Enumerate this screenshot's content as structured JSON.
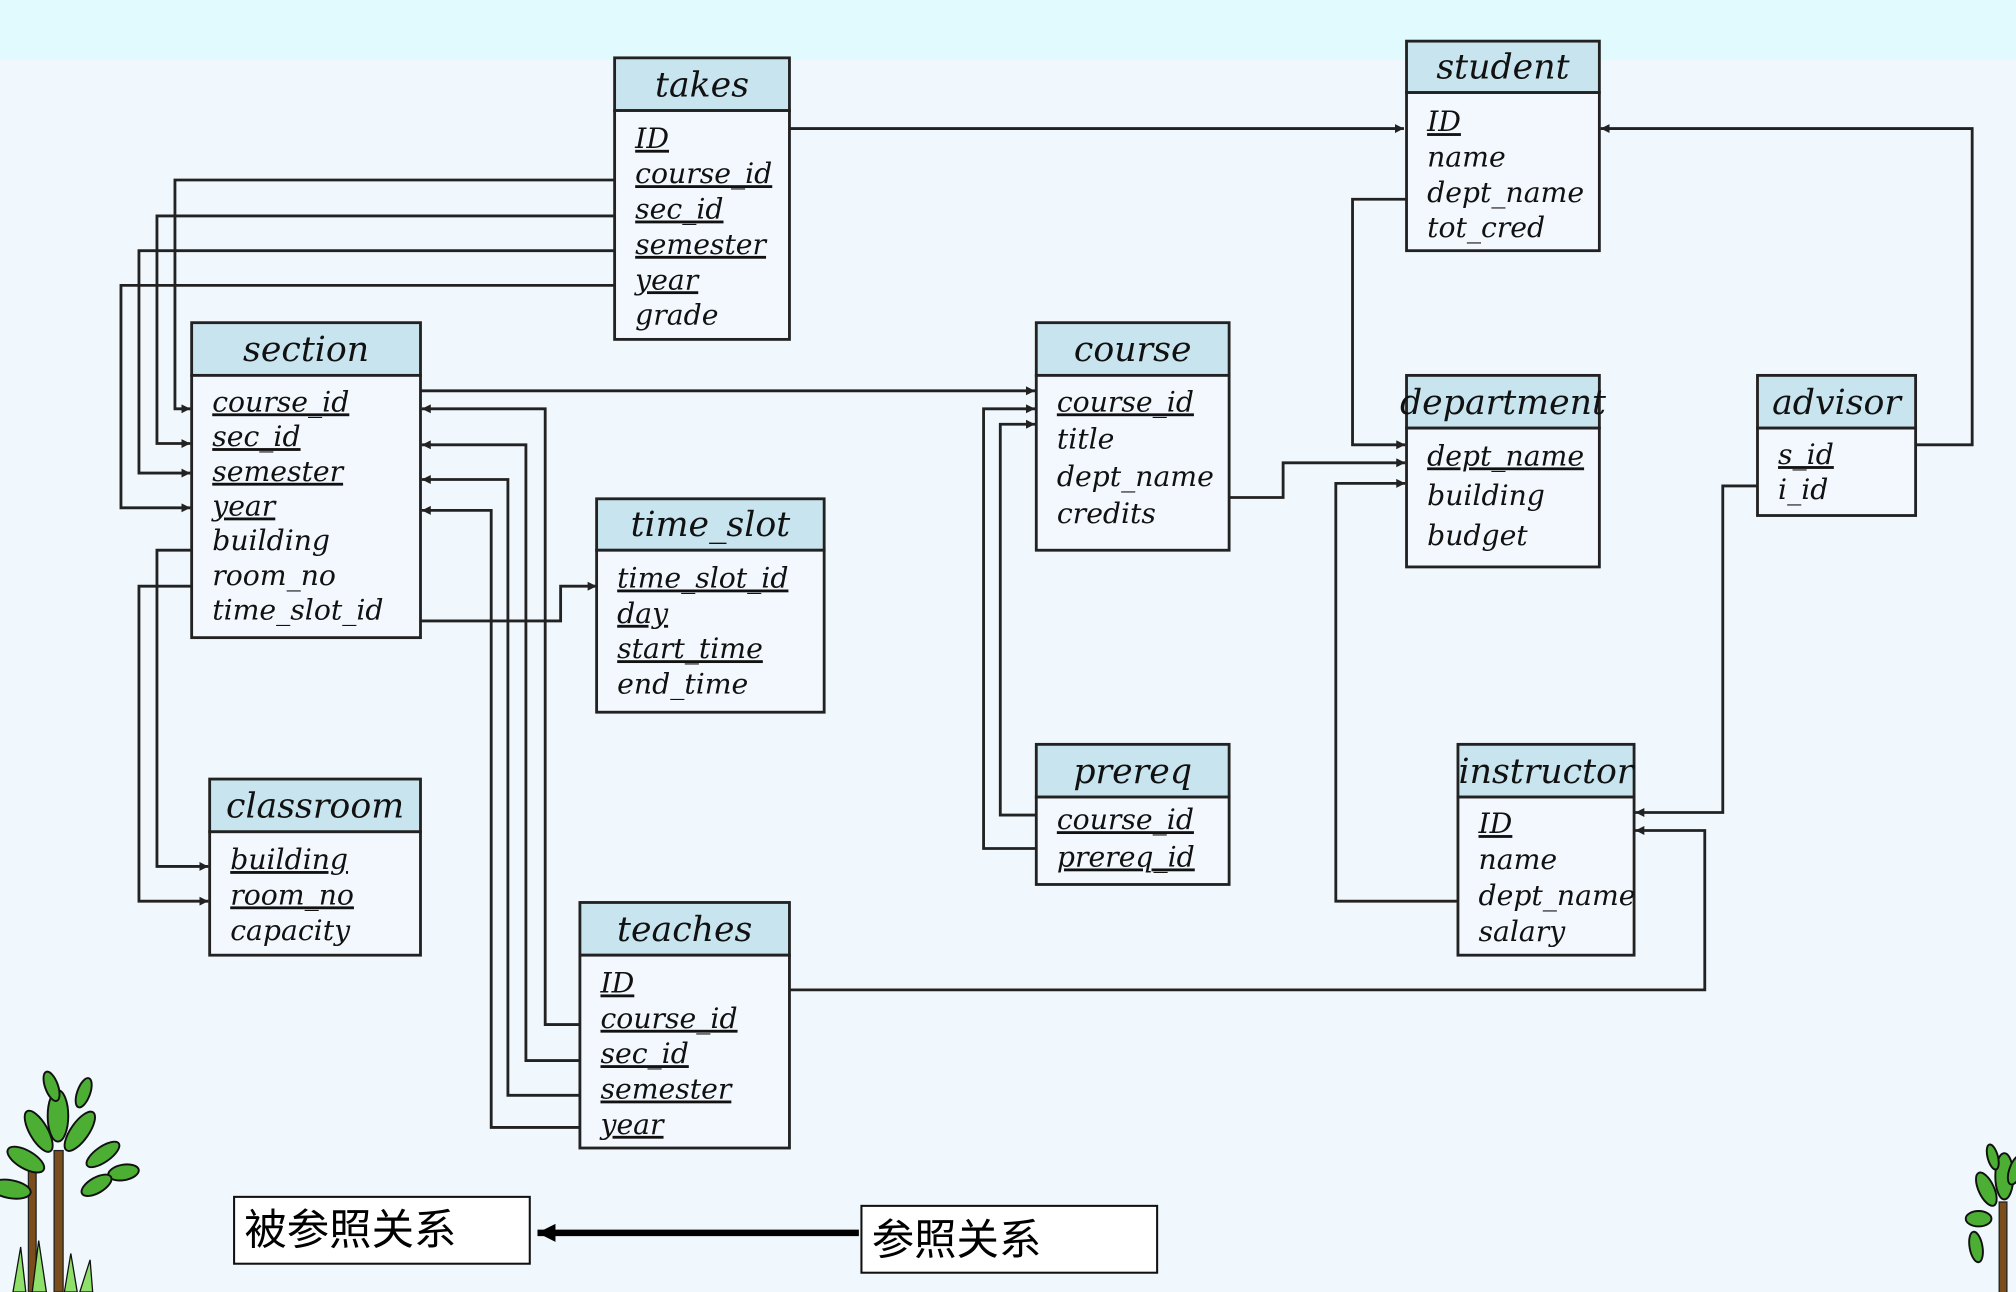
{
  "diagram": {
    "title": "University schema diagram",
    "colors": {
      "background": "#f0f8fe",
      "top_band": "#e0fafe",
      "header_fill": "#c8e5ef",
      "body_fill": "#f2f8fd",
      "line": "#222222"
    },
    "tables": {
      "takes": {
        "name": "takes",
        "attributes": [
          {
            "name": "ID",
            "primary_key": true
          },
          {
            "name": "course_id",
            "primary_key": true
          },
          {
            "name": "sec_id",
            "primary_key": true
          },
          {
            "name": "semester",
            "primary_key": true
          },
          {
            "name": "year",
            "primary_key": true
          },
          {
            "name": "grade",
            "primary_key": false
          }
        ]
      },
      "student": {
        "name": "student",
        "attributes": [
          {
            "name": "ID",
            "primary_key": true
          },
          {
            "name": "name",
            "primary_key": false
          },
          {
            "name": "dept_name",
            "primary_key": false
          },
          {
            "name": "tot_cred",
            "primary_key": false
          }
        ]
      },
      "section": {
        "name": "section",
        "attributes": [
          {
            "name": "course_id",
            "primary_key": true
          },
          {
            "name": "sec_id",
            "primary_key": true
          },
          {
            "name": "semester",
            "primary_key": true
          },
          {
            "name": "year",
            "primary_key": true
          },
          {
            "name": "building",
            "primary_key": false
          },
          {
            "name": "room_no",
            "primary_key": false
          },
          {
            "name": "time_slot_id",
            "primary_key": false
          }
        ]
      },
      "course": {
        "name": "course",
        "attributes": [
          {
            "name": "course_id",
            "primary_key": true
          },
          {
            "name": "title",
            "primary_key": false
          },
          {
            "name": "dept_name",
            "primary_key": false
          },
          {
            "name": "credits",
            "primary_key": false
          }
        ]
      },
      "department": {
        "name": "department",
        "attributes": [
          {
            "name": "dept_name",
            "primary_key": true
          },
          {
            "name": "building",
            "primary_key": false
          },
          {
            "name": "budget",
            "primary_key": false
          }
        ]
      },
      "advisor": {
        "name": "advisor",
        "attributes": [
          {
            "name": "s_id",
            "primary_key": true
          },
          {
            "name": "i_id",
            "primary_key": false
          }
        ]
      },
      "time_slot": {
        "name": "time_slot",
        "attributes": [
          {
            "name": "time_slot_id",
            "primary_key": true
          },
          {
            "name": "day",
            "primary_key": true
          },
          {
            "name": "start_time",
            "primary_key": true
          },
          {
            "name": "end_time",
            "primary_key": false
          }
        ]
      },
      "classroom": {
        "name": "classroom",
        "attributes": [
          {
            "name": "building",
            "primary_key": true
          },
          {
            "name": "room_no",
            "primary_key": true
          },
          {
            "name": "capacity",
            "primary_key": false
          }
        ]
      },
      "prereq": {
        "name": "prereq",
        "attributes": [
          {
            "name": "course_id",
            "primary_key": true
          },
          {
            "name": "prereq_id",
            "primary_key": true
          }
        ]
      },
      "instructor": {
        "name": "instructor",
        "attributes": [
          {
            "name": "ID",
            "primary_key": true
          },
          {
            "name": "name",
            "primary_key": false
          },
          {
            "name": "dept_name",
            "primary_key": false
          },
          {
            "name": "salary",
            "primary_key": false
          }
        ]
      },
      "teaches": {
        "name": "teaches",
        "attributes": [
          {
            "name": "ID",
            "primary_key": true
          },
          {
            "name": "course_id",
            "primary_key": true
          },
          {
            "name": "sec_id",
            "primary_key": true
          },
          {
            "name": "semester",
            "primary_key": true
          },
          {
            "name": "year",
            "primary_key": true
          }
        ]
      }
    },
    "references": [
      {
        "from": "takes.ID",
        "to": "student.ID"
      },
      {
        "from": "takes.course_id",
        "to": "section.course_id"
      },
      {
        "from": "takes.sec_id",
        "to": "section.sec_id"
      },
      {
        "from": "takes.semester",
        "to": "section.semester"
      },
      {
        "from": "takes.year",
        "to": "section.year"
      },
      {
        "from": "section.course_id",
        "to": "course.course_id"
      },
      {
        "from": "section.building",
        "to": "classroom.building"
      },
      {
        "from": "section.room_no",
        "to": "classroom.room_no"
      },
      {
        "from": "section.time_slot_id",
        "to": "time_slot.time_slot_id"
      },
      {
        "from": "teaches.course_id",
        "to": "section.course_id"
      },
      {
        "from": "teaches.sec_id",
        "to": "section.sec_id"
      },
      {
        "from": "teaches.semester",
        "to": "section.semester"
      },
      {
        "from": "teaches.year",
        "to": "section.year"
      },
      {
        "from": "teaches.ID",
        "to": "instructor.ID"
      },
      {
        "from": "prereq.course_id",
        "to": "course.course_id"
      },
      {
        "from": "prereq.prereq_id",
        "to": "course.course_id"
      },
      {
        "from": "course.dept_name",
        "to": "department.dept_name"
      },
      {
        "from": "student.dept_name",
        "to": "department.dept_name"
      },
      {
        "from": "instructor.dept_name",
        "to": "department.dept_name"
      },
      {
        "from": "advisor.s_id",
        "to": "student.ID"
      },
      {
        "from": "advisor.i_id",
        "to": "instructor.ID"
      }
    ]
  },
  "legend": {
    "referenced_relation": "被参照关系",
    "referencing_relation": "参照关系"
  },
  "decorations": {
    "left_icon": "tree-icon",
    "right_icon": "tree-icon"
  }
}
